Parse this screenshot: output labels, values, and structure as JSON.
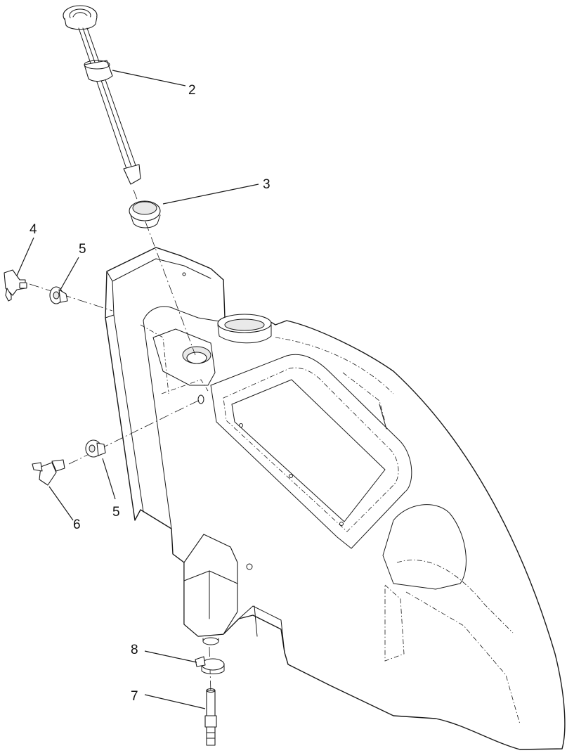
{
  "callouts": [
    {
      "id": "c2",
      "label": "2"
    },
    {
      "id": "c3",
      "label": "3"
    },
    {
      "id": "c4",
      "label": "4"
    },
    {
      "id": "c5a",
      "label": "5"
    },
    {
      "id": "c5b",
      "label": "5"
    },
    {
      "id": "c6",
      "label": "6"
    },
    {
      "id": "c7",
      "label": "7"
    },
    {
      "id": "c8",
      "label": "8"
    }
  ],
  "colors": {
    "line": "#1a1a1a",
    "background": "#ffffff"
  },
  "parts": [
    {
      "callout": "2",
      "name": "fuel-gauge-sender"
    },
    {
      "callout": "3",
      "name": "grommet"
    },
    {
      "callout": "4",
      "name": "elbow-fitting"
    },
    {
      "callout": "5",
      "name": "bushing"
    },
    {
      "callout": "6",
      "name": "elbow-fitting"
    },
    {
      "callout": "7",
      "name": "hose-fitting"
    },
    {
      "callout": "8",
      "name": "hose-clamp"
    }
  ]
}
